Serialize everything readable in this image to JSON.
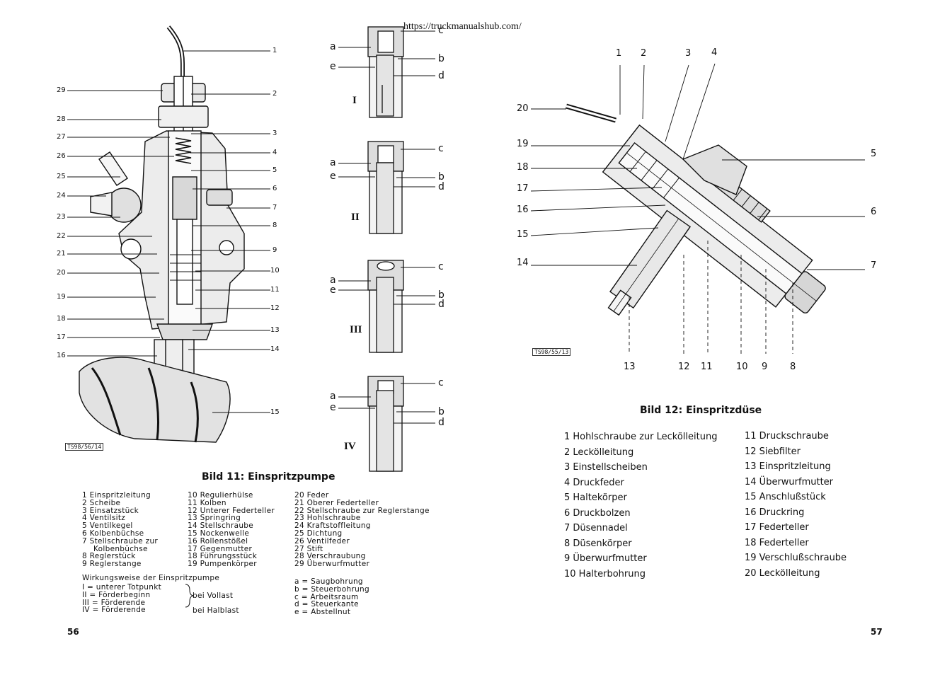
{
  "url": "https://truckmanualshub.com/",
  "left_page": {
    "page_number": "56",
    "caption": "Bild 11: Einspritzpumpe",
    "drawing_stamp": "TS98/56/14",
    "callouts_left": [
      "29",
      "28",
      "27",
      "26",
      "25",
      "24",
      "23",
      "22",
      "21",
      "20",
      "19",
      "18",
      "17",
      "16"
    ],
    "callouts_right": [
      "1",
      "2",
      "3",
      "4",
      "5",
      "6",
      "7",
      "8",
      "9",
      "10",
      "11",
      "12",
      "13",
      "14",
      "15"
    ],
    "stage_letters": [
      "a",
      "b",
      "c",
      "d",
      "e"
    ],
    "stages": [
      "I",
      "II",
      "III",
      "IV"
    ],
    "legend_col1": [
      "1 Einspritzleitung",
      "2 Scheibe",
      "3 Einsatzstück",
      "4 Ventilsitz",
      "5 Ventilkegel",
      "6 Kolbenbüchse",
      "7 Stellschraube zur",
      "Kolbenbüchse",
      "8 Reglerstück",
      "9 Reglerstange"
    ],
    "legend_col2": [
      "10 Regulierhülse",
      "11 Kolben",
      "12 Unterer Federteller",
      "13 Springring",
      "14 Stellschraube",
      "15 Nockenwelle",
      "16 Rollenstößel",
      "17 Gegenmutter",
      "18 Führungsstück",
      "19 Pumpenkörper"
    ],
    "legend_col3": [
      "20 Feder",
      "21 Oberer Federteller",
      "22 Stellschraube zur Reglerstange",
      "23 Hohlschraube",
      "24 Kraftstoffleitung",
      "25 Dichtung",
      "26 Ventilfeder",
      "27 Stift",
      "28 Verschraubung",
      "29 Überwurfmutter"
    ],
    "wirkung_title": "Wirkungsweise der Einspritzpumpe",
    "wirkung_rows": [
      "I = unterer Totpunkt",
      "II = Förderbeginn",
      "III = Förderende",
      "IV = Förderende"
    ],
    "bei_vollast": "bei Vollast",
    "bei_halblast": "bei Halblast",
    "abc_legend": [
      "a = Saugbohrung",
      "b = Steuerbohrung",
      "c = Arbeitsraum",
      "d = Steuerkante",
      "e = Abstellnut"
    ]
  },
  "right_page": {
    "page_number": "57",
    "caption": "Bild 12: Einspritzdüse",
    "drawing_stamp": "TS98/55/13",
    "top_callouts": [
      "1",
      "2",
      "3",
      "4"
    ],
    "left_callouts": [
      "20",
      "19",
      "18",
      "17",
      "16",
      "15",
      "14"
    ],
    "right_callouts": [
      "5",
      "6",
      "7"
    ],
    "bottom_callouts": [
      "13",
      "12",
      "11",
      "10",
      "9",
      "8"
    ],
    "legend_col1": [
      "1 Hohlschraube zur Leckölleitung",
      "2 Lecköl­leitung",
      "3 Einstellscheiben",
      "4 Druckfeder",
      "5 Haltekörper",
      "6 Druckbolzen",
      "7 Düsennadel",
      "8 Düsenkörper",
      "9 Überwurfmutter",
      "10 Halterbohrung"
    ],
    "legend_col2": [
      "11 Druckschraube",
      "12 Siebfilter",
      "13 Einspritzleitung",
      "14 Überwurfmutter",
      "15 Anschlußstück",
      "16 Druckring",
      "17 Federteller",
      "18 Federteller",
      "19 Verschlußschraube",
      "20 Leckölleitung"
    ]
  }
}
